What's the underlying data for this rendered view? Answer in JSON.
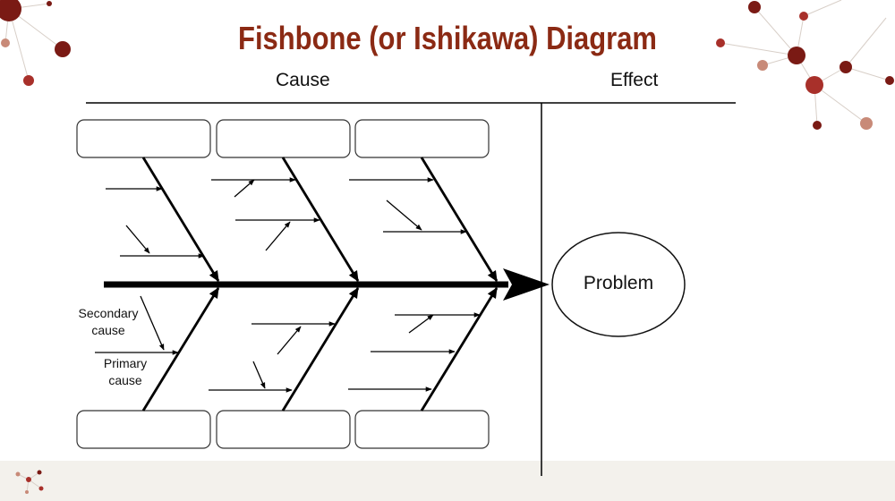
{
  "title": "Fishbone (or Ishikawa) Diagram",
  "header": {
    "cause_label": "Cause",
    "effect_label": "Effect"
  },
  "labels": {
    "secondary_cause": "Secondary cause",
    "primary_cause": "Primary cause",
    "problem": "Problem"
  },
  "colors": {
    "title": "#8b2a14",
    "decoration_dark": "#7a1a14",
    "decoration_mid": "#a8302a",
    "decoration_light": "#c88a78",
    "footer_band": "#f3f1ec"
  }
}
